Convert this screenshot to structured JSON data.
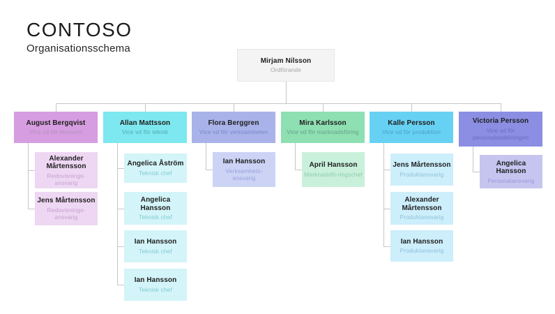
{
  "header": {
    "title": "CONTOSO",
    "subtitle": "Organisationsschema"
  },
  "line_color": "#c6c6c6",
  "root": {
    "name": "Mirjam Nilsson",
    "title": "Ordförande",
    "bg": "#f4f4f4",
    "title_color": "#a6a6a6"
  },
  "departments": [
    {
      "name": "August Bergqvist",
      "title": "Vice vd för ekonomi",
      "bg": "#d69de0",
      "title_color": "#b193bf",
      "child_bg": "#eed7f3",
      "child_title_color": "#c5a0ce",
      "children": [
        {
          "name": "Alexander Mårtensson",
          "title": "Redovisnings-ansvarig"
        },
        {
          "name": "Jens Mårtensson",
          "title": "Redovisnings-ansvarig"
        }
      ]
    },
    {
      "name": "Allan Mattsson",
      "title": "Vice vd för teknik",
      "bg": "#7de8ef",
      "title_color": "#53a9b3",
      "child_bg": "#d3f4f8",
      "child_title_color": "#82ccd6",
      "children": [
        {
          "name": "Angelica Åström",
          "title": "Teknisk chef"
        },
        {
          "name": "Angelica Hansson",
          "title": "Teknisk chef"
        },
        {
          "name": "Ian Hansson",
          "title": "Teknisk chef"
        },
        {
          "name": "Ian Hansson",
          "title": "Teknisk chef"
        }
      ]
    },
    {
      "name": "Flora Berggren",
      "title": "Vice vd för verksamheten",
      "bg": "#a9b3e9",
      "title_color": "#7a88c8",
      "child_bg": "#ccd3f5",
      "child_title_color": "#97a3dc",
      "children": [
        {
          "name": "Ian Hansson",
          "title": "Verksamhets-ansvarig"
        }
      ]
    },
    {
      "name": "Mira Karlsson",
      "title": "Vice vd för marknadsföring",
      "bg": "#8edfb2",
      "title_color": "#68a286",
      "child_bg": "#c9f0db",
      "child_title_color": "#8ccdab",
      "children": [
        {
          "name": "April Hansson",
          "title": "Marknadsfö-ringschef"
        }
      ]
    },
    {
      "name": "Kalle Persson",
      "title": "Vice vd för produktion",
      "bg": "#67d1f3",
      "title_color": "#48a1c5",
      "child_bg": "#cdeefb",
      "child_title_color": "#8dc2dc",
      "children": [
        {
          "name": "Jens Mårtensson",
          "title": "Produktansvarig"
        },
        {
          "name": "Alexander Mårtensson",
          "title": "Produktansvarig"
        },
        {
          "name": "Ian Hansson",
          "title": "Produktansvarig"
        }
      ]
    },
    {
      "name": "Victoria Persson",
      "title": "Vice vd för personalavdelningen",
      "bg": "#8b8ee2",
      "title_color": "#6a6dbe",
      "child_bg": "#c5c5f0",
      "child_title_color": "#9a99dd",
      "children": [
        {
          "name": "Angelica Hansson",
          "title": "Personalansvarig"
        }
      ]
    }
  ]
}
